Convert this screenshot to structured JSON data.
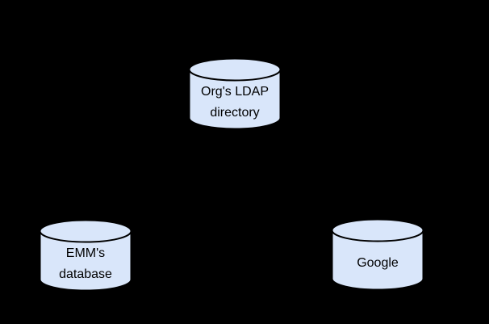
{
  "diagram": {
    "type": "database-sync-diagram",
    "colors": {
      "background": "#000000",
      "node_fill": "#d9e6fa",
      "node_stroke": "#000000",
      "label_text": "#000000"
    },
    "nodes": {
      "ldap": {
        "shape": "database-cylinder",
        "lines": [
          "Org's LDAP",
          "directory"
        ]
      },
      "emm": {
        "shape": "database-cylinder",
        "lines": [
          "EMM's",
          "database"
        ]
      },
      "google": {
        "shape": "database-cylinder",
        "lines": [
          "Google"
        ]
      }
    }
  }
}
